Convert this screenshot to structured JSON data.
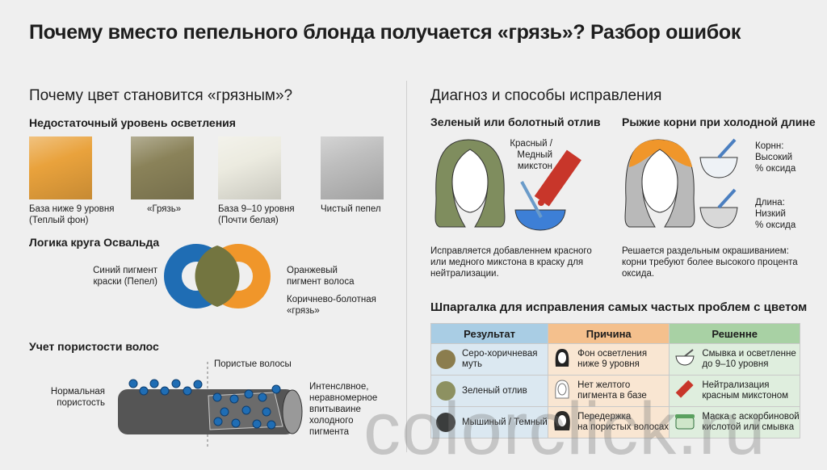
{
  "title": "Почему вместо пепельного блонда получается «грязь»? Разбор ошибок",
  "left": {
    "heading": "Почему цвет становится «грязным»?",
    "lightening": {
      "title": "Недостаточный уровень осветления",
      "swatches": [
        {
          "label1": "База ниже 9 уровня",
          "label2": "(Теплый фон)",
          "color": "#e9a23c"
        },
        {
          "label1": "«Грязь»",
          "label2": "",
          "color": "#8a8259"
        },
        {
          "label1": "База 9–10 уровня",
          "label2": "(Почти белая)",
          "color": "#ecebe0"
        },
        {
          "label1": "Чистый пепел",
          "label2": "",
          "color": "#bdbdbd"
        }
      ]
    },
    "oswald": {
      "title": "Логика круга Освальда",
      "blue_label1": "Синий пигмент",
      "blue_label2": "краски (Пепел)",
      "orange_label1": "Оранжевый",
      "orange_label2": "пигмент волоса",
      "mix_label1": "Коричнево-болотная",
      "mix_label2": "«грязь»",
      "colors": {
        "blue": "#1f6db4",
        "orange": "#f0962a",
        "mix": "#737540"
      }
    },
    "porosity": {
      "title": "Учет пористости волос",
      "normal1": "Нормальная",
      "normal2": "пористость",
      "porous": "Пористые волосы",
      "effect": [
        "Интенслвное,",
        "неравномерное",
        "впитываине",
        "холодного",
        "пигмента"
      ]
    }
  },
  "right": {
    "heading": "Диагноз и способы исправления",
    "green": {
      "title": "Зеленый или болотный отлив",
      "tube": [
        "Красный /",
        "Медный",
        "микстон"
      ],
      "desc": [
        "Исправляется добавленнем красного",
        "или медного микстона в краску для",
        "нейтрализации."
      ]
    },
    "roots": {
      "title": "Рыжие корни при холодной длине",
      "roots_label": [
        "Корнн:",
        "Высокий",
        "% оксида"
      ],
      "length_label": [
        "Длина:",
        "Низкий",
        "% оксида"
      ],
      "desc": [
        "Решается раздельным окрашиванием:",
        "корни требуют более высокого процента",
        "оксида."
      ]
    },
    "cheat": {
      "title": "Шпаргалка для исправления самых частых проблем с цветом",
      "headers": [
        "Результат",
        "Причина",
        "Решенне"
      ],
      "rows": [
        {
          "result": [
            "Серо-хоричневая",
            "муть"
          ],
          "result_color": "#8b7d4e",
          "cause": [
            "Фон осветления",
            "ниже 9 уровня"
          ],
          "solution": [
            "Смывка и осветленне",
            "до 9–10 уровня"
          ]
        },
        {
          "result": [
            "Зеленый отлив"
          ],
          "result_color": "#8d9161",
          "cause": [
            "Нет желтого",
            "пигмента в базе"
          ],
          "solution": [
            "Нейтрализация",
            "красным микстоном"
          ]
        },
        {
          "result": [
            "Мышиный / Темный"
          ],
          "result_color": "#3b3d3d",
          "cause": [
            "Передержка",
            "на пористых волосах"
          ],
          "solution": [
            "Маска с аскорбиновой",
            "кислотой или смывка"
          ]
        }
      ]
    }
  },
  "watermark": "colorclick.ru"
}
